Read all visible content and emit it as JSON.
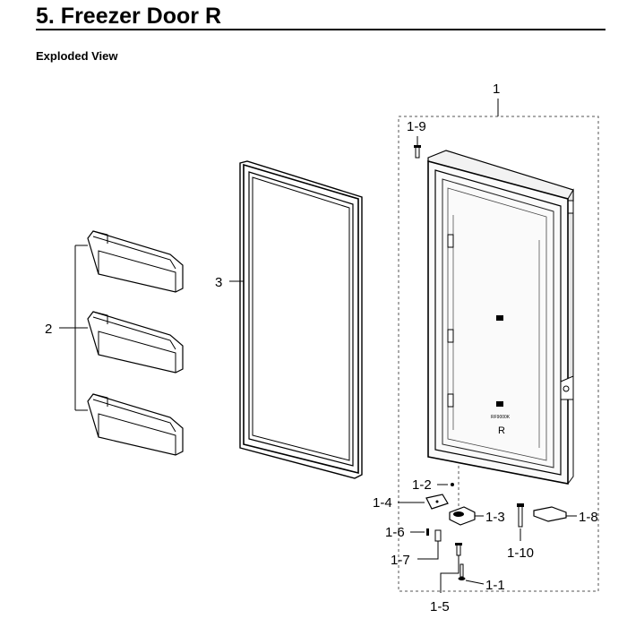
{
  "page": {
    "title": "5.  Freezer Door R",
    "subtitle": "Exploded View"
  },
  "parts": {
    "p1": "1",
    "p1_9": "1-9",
    "p2": "2",
    "p3": "3",
    "p1_2": "1-2",
    "p1_4": "1-4",
    "p1_3": "1-3",
    "p1_8": "1-8",
    "p1_6": "1-6",
    "p1_10": "1-10",
    "p1_7": "1-7",
    "p1_1": "1-1",
    "p1_5": "1-5"
  },
  "door_marking": {
    "model_code": "RF9000K",
    "side": "R"
  }
}
